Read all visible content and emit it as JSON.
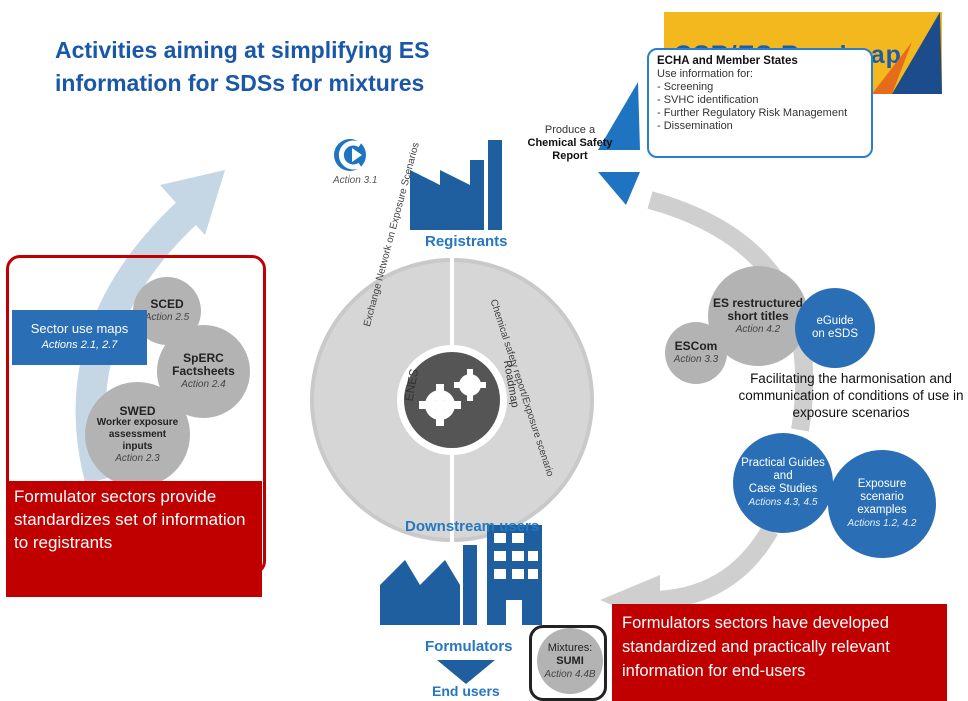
{
  "title": "Activities aiming at simplifying ES information for SDSs for mixtures",
  "banner_text": "CSR/ES Roadmap",
  "echa_box": {
    "heading": "ECHA and Member States",
    "intro": "Use information for:",
    "items": [
      "- Screening",
      "- SVHC identification",
      "- Further Regulatory Risk Management",
      "- Dissemination"
    ]
  },
  "csr_label": {
    "line1": "Produce a",
    "line2": "Chemical Safety",
    "line3": "Report"
  },
  "action_3_1": "Action 3.1",
  "registrants": "Registrants",
  "downstream_users": "Downstream users",
  "formulators": "Formulators",
  "end_users": "End users",
  "center": {
    "left_text": "Exchange Network on Exposure Scenarios",
    "left_short": "ENES",
    "right_text": "Chemical safety report/Exposure scenario",
    "right_short": "Roadmap"
  },
  "left_nodes": {
    "sced": {
      "title": "SCED",
      "action": "Action 2.5"
    },
    "sector_use_maps": {
      "title": "Sector use maps",
      "action": "Actions 2.1, 2.7"
    },
    "sperc": {
      "title1": "SpERC",
      "title2": "Factsheets",
      "action": "Action 2.4"
    },
    "swed": {
      "title": "SWED",
      "line2": "Worker exposure",
      "line3": "assessment",
      "line4": "inputs",
      "action": "Action 2.3"
    }
  },
  "left_red_text": "Formulator sectors provide standardizes set of information to registrants",
  "right_nodes": {
    "es_titles": {
      "title1": "ES restructured",
      "title2": "short titles",
      "action": "Action 4.2"
    },
    "eguide": {
      "line1": "eGuide",
      "line2": "on eSDS"
    },
    "escom": {
      "title": "ESCom",
      "action": "Action 3.3"
    },
    "practical": {
      "line1": "Practical Guides",
      "line2": "and",
      "line3": "Case Studies",
      "action": "Actions 4.3, 4.5"
    },
    "es_examples": {
      "line1": "Exposure",
      "line2": "scenario",
      "line3": "examples",
      "action": "Actions 1.2, 4.2"
    }
  },
  "facilitating": "Facilitating the harmonisation and communication of conditions of use in exposure scenarios",
  "sumi": {
    "line1": "Mixtures:",
    "line2": "SUMI",
    "action": "Action 4.4B"
  },
  "bottom_red_text": "Formulators sectors have developed standardized and practically relevant  information for end-users",
  "colors": {
    "blue": "#2a6fb5",
    "red": "#c00000",
    "gray": "#b3b3b3",
    "arrow_light": "#c5d6e4"
  }
}
